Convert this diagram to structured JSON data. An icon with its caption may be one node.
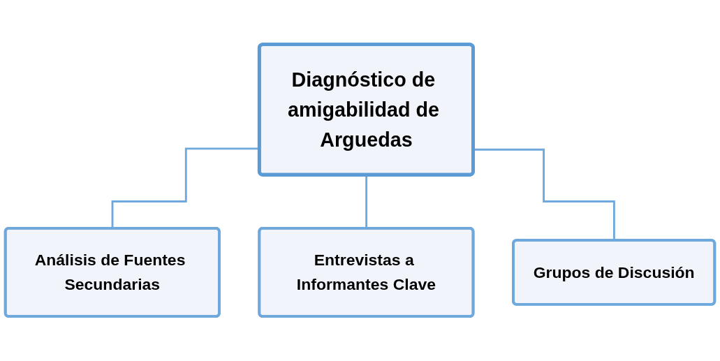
{
  "diagram": {
    "nodes": [
      {
        "text": [
          "Diagnóstico de amigabilidad de Arguedas"
        ]
      },
      {
        "text": [
          "Análisis de Fuentes Secundarias"
        ]
      },
      {
        "text": [
          "Entrevistas a Informantes Clave"
        ]
      },
      {
        "text": [
          "Grupos de Discusión"
        ]
      }
    ],
    "edges": [
      {
        "from": 0,
        "to": 1,
        "arrow": "none"
      },
      {
        "from": 0,
        "to": 2,
        "arrow": "none"
      },
      {
        "from": 0,
        "to": 3,
        "arrow": "none"
      }
    ]
  }
}
